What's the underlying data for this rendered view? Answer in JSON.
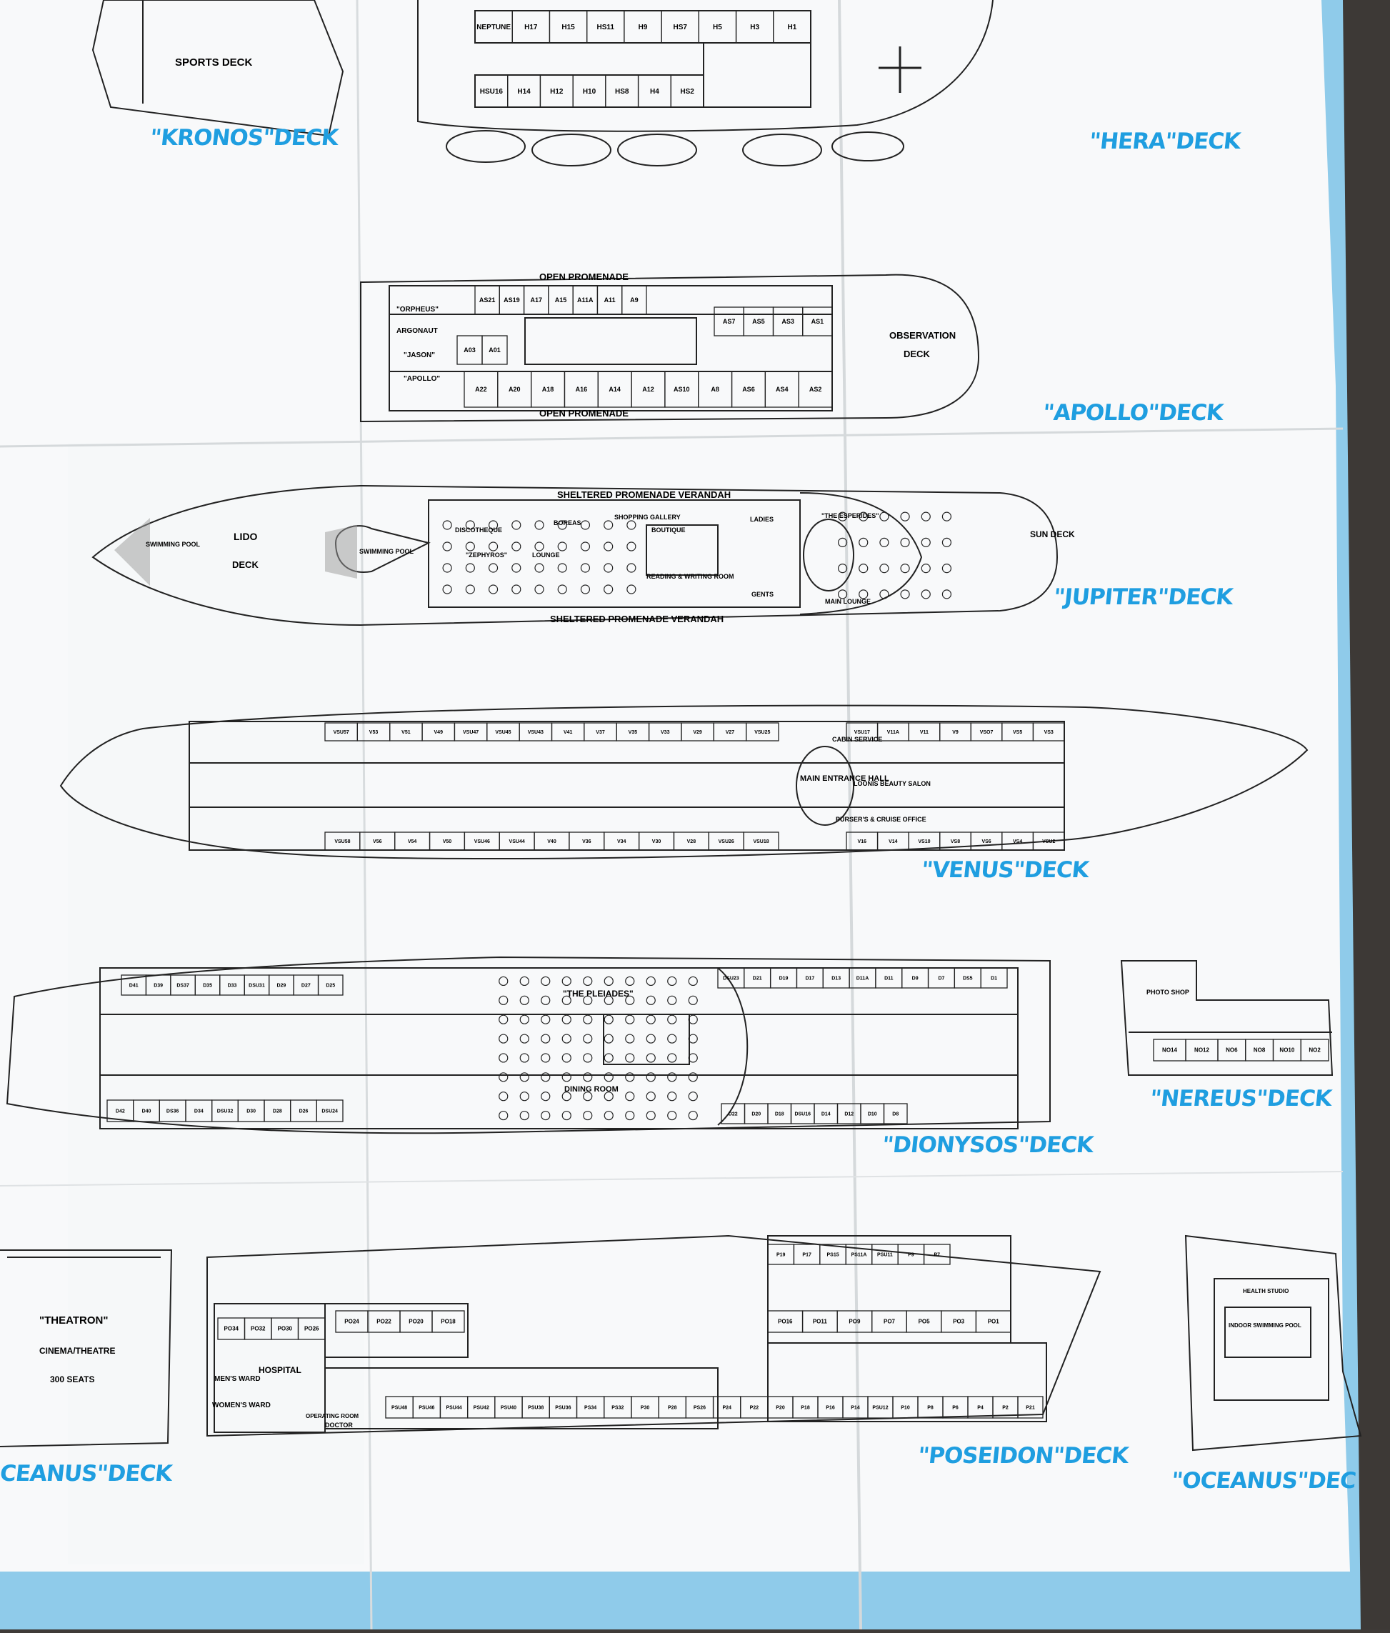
{
  "decks": {
    "kronos": {
      "title": "\"KRONOS\"DECK",
      "areas": {
        "sports": "SPORTS DECK"
      }
    },
    "hera": {
      "title": "\"HERA\"DECK",
      "cabins": [
        "NEPTUNE",
        "H17",
        "H15",
        "HS11",
        "H9",
        "HS7",
        "H5",
        "H3",
        "H1",
        "HSU16",
        "H14",
        "H12",
        "H10",
        "HS8",
        "H4",
        "HS2"
      ]
    },
    "apollo": {
      "title": "\"APOLLO\"DECK",
      "promenade_top": "OPEN PROMENADE",
      "promenade_bottom": "OPEN PROMENADE",
      "observation": "OBSERVATION",
      "observation_deck": "DECK",
      "rooms": [
        "\"ORPHEUS\"",
        "ARGONAUT",
        "\"JASON\"",
        "\"APOLLO\""
      ],
      "cabins_top": [
        "AS21",
        "AS19",
        "A17",
        "A15",
        "A11A",
        "A11",
        "A9",
        "AS7",
        "AS5",
        "AS3",
        "AS1"
      ],
      "cabins_bottom": [
        "A03",
        "A01",
        "A22",
        "A20",
        "A18",
        "A16",
        "A14",
        "A12",
        "AS10",
        "A8",
        "AS6",
        "AS4",
        "AS2"
      ]
    },
    "jupiter": {
      "title": "\"JUPITER\"DECK",
      "verandah_top": "SHELTERED PROMENADE VERANDAH",
      "verandah_bottom": "SHELTERED PROMENADE VERANDAH",
      "pool_1": "SWIMMING POOL",
      "pool_2": "SWIMMING POOL",
      "lido": "LIDO",
      "lido_deck": "DECK",
      "sun_deck": "SUN DECK",
      "rooms": [
        "DISCOTHEQUE",
        "\"ZEPHYROS\"",
        "BOREAS",
        "SHOPPING GALLERY",
        "BOUTIQUE",
        "READING & WRITING ROOM",
        "LOUNGE",
        "\"THE ESPERIDES\"",
        "MAIN LOUNGE",
        "LADIES",
        "GENTS"
      ]
    },
    "venus": {
      "title": "\"VENUS\"DECK",
      "main_entrance": "MAIN ENTRANCE HALL",
      "rooms": [
        "CABIN SERVICE",
        "LOONIS BEAUTY SALON",
        "PURSER'S & CRUISE OFFICE"
      ],
      "cabins_top": [
        "VSU57",
        "V53",
        "V51",
        "V49",
        "VSU47",
        "VSU45",
        "VSU43",
        "V41",
        "V37",
        "V35",
        "V33",
        "V29",
        "V27",
        "VSU25",
        "VSU17",
        "V11A",
        "V11",
        "V9",
        "VSO7",
        "VS5",
        "VS3"
      ],
      "cabins_bottom": [
        "VSU58",
        "V56",
        "V54",
        "V50",
        "VSU46",
        "VSU44",
        "V40",
        "V36",
        "V34",
        "V30",
        "V28",
        "VSU26",
        "VSU18",
        "V16",
        "V14",
        "VS10",
        "VS8",
        "VS6",
        "VS4",
        "VSU2"
      ]
    },
    "dionysos": {
      "title": "\"DIONYSOS\"DECK",
      "restaurant": "\"THE PLEIADES\"",
      "dining": "DINING ROOM",
      "cabins_top": [
        "D41",
        "D39",
        "DS37",
        "D35",
        "D33",
        "DSU31",
        "D29",
        "D27",
        "D25",
        "DSU23",
        "D21",
        "D19",
        "D17",
        "D13",
        "D11A",
        "D11",
        "D9",
        "D7",
        "DS5",
        "D1"
      ],
      "cabins_bottom": [
        "D42",
        "D40",
        "DS36",
        "D34",
        "DSU32",
        "D30",
        "D28",
        "D26",
        "DSU24",
        "D22",
        "D20",
        "D18",
        "DSU16",
        "D14",
        "D12",
        "D10",
        "D8"
      ]
    },
    "nereus": {
      "title": "\"NEREUS\"DECK",
      "photo": "PHOTO SHOP",
      "cabins": [
        "NO14",
        "NO12",
        "NO6",
        "NO8",
        "NO10",
        "NO2"
      ]
    },
    "poseidon": {
      "title": "\"POSEIDON\"DECK",
      "hospital": "HOSPITAL",
      "mens_ward": "MEN'S WARD",
      "womens_ward": "WOMEN'S WARD",
      "operating": "OPERATING ROOM",
      "doctor": "DOCTOR",
      "cabins": [
        "PO34",
        "PO32",
        "PO30",
        "PO26",
        "PO24",
        "PO22",
        "PO20",
        "PO18",
        "PO16",
        "PO11",
        "PO9",
        "PO7",
        "PO5",
        "PO3",
        "PO1",
        "PSU48",
        "PSU46",
        "PSU44",
        "PSU42",
        "PSU40",
        "PSU38",
        "PSU36",
        "PS34",
        "PS32",
        "P30",
        "P28",
        "PS26",
        "P24",
        "P22",
        "P20",
        "P18",
        "P16",
        "P14",
        "PSU12",
        "P10",
        "P8",
        "P6",
        "P4",
        "P2",
        "P21",
        "P19",
        "P17",
        "PS15",
        "PS11A",
        "PSU11",
        "P9",
        "P7"
      ]
    },
    "theatron": {
      "title": "CEANUS\"DECK",
      "name": "\"THEATRON\"",
      "type": "CINEMA/THEATRE",
      "seats": "300 SEATS"
    },
    "oceanus": {
      "title": "\"OCEANUS\"DEC",
      "pool": "INDOOR SWIMMING POOL",
      "health": "HEALTH STUDIO"
    }
  },
  "colors": {
    "accent": "#1f9ee0",
    "border": "#8fcbea",
    "paper": "#f6f8f9"
  }
}
